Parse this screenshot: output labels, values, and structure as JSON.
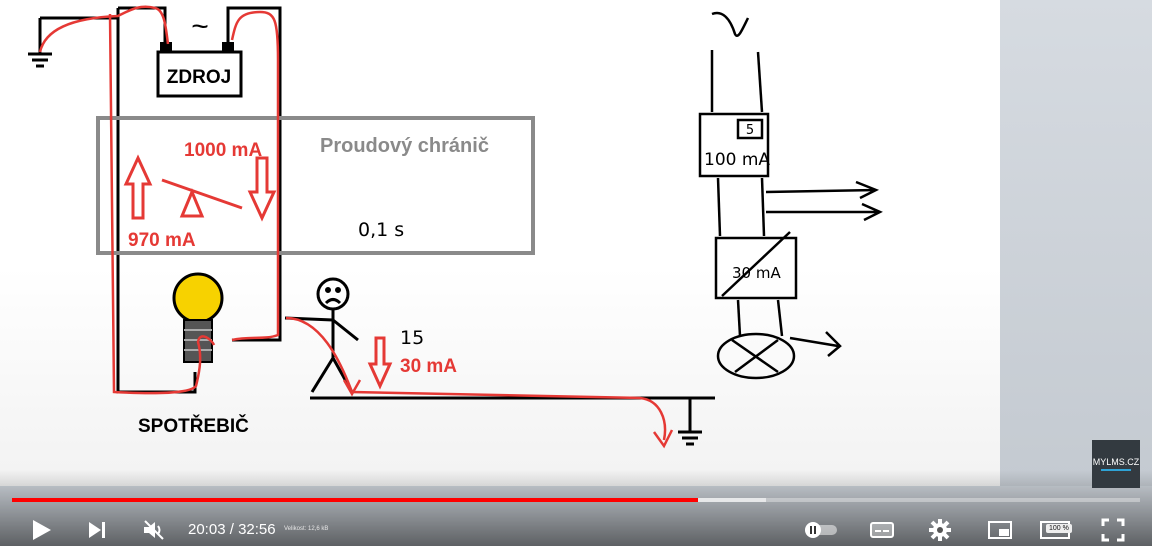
{
  "diagram": {
    "source_label": "ZDROJ",
    "ac_symbol": "~",
    "device_title": "Proudový chránič",
    "current_in": "1000 mA",
    "current_out": "970 mA",
    "trip_time": "0,1 s",
    "person_time": "15",
    "leak_current": "30 mA",
    "load_label": "SPOTŘEBIČ",
    "sketch_top_box": "5",
    "sketch_rating": "100 mA",
    "sketch_bottom_rating": "30 mA"
  },
  "watermark": {
    "line1": "MYLMS.CZ"
  },
  "player": {
    "time_current": "20:03",
    "time_separator": " / ",
    "time_total": "32:56",
    "file_size": "Velikost: 12,6 kB",
    "zoom": "100 %",
    "progress_fraction": 0.608,
    "buffer_fraction": 0.668,
    "accent": "#ff0000"
  }
}
